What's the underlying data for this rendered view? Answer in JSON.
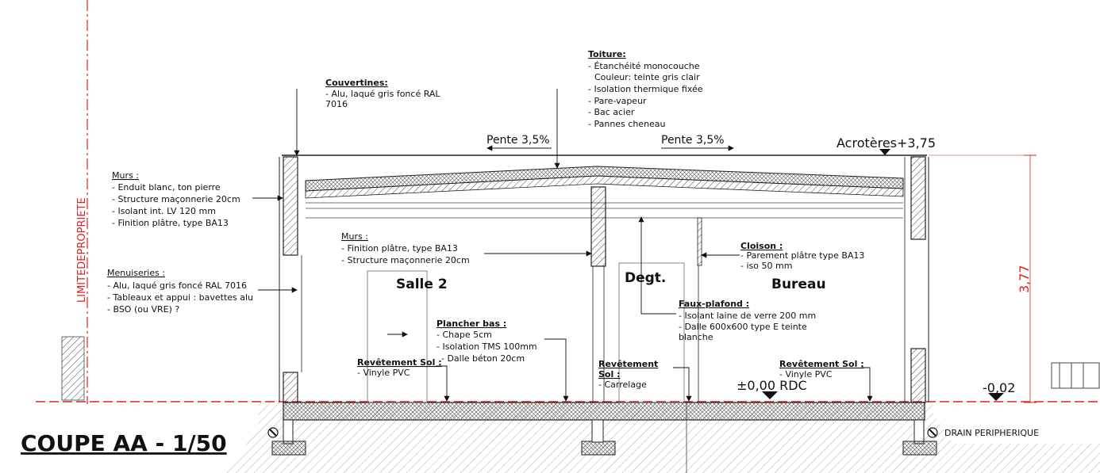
{
  "title": "COUPE AA - 1/50",
  "property_limit": "LIMITEDEPROPRIETE",
  "height_dimension": "3,77",
  "rooms": {
    "salle": "Salle 2",
    "degt": "Degt.",
    "bureau": "Bureau"
  },
  "levels": {
    "acroteres": "Acrotères+3,75",
    "rdc": "±0,00 RDC",
    "exterior": "-0,02"
  },
  "slopes": {
    "left": "Pente 3,5%",
    "right": "Pente 3,5%"
  },
  "drain": "DRAIN PERIPHERIQUE",
  "annotations": {
    "toiture": {
      "heading": "Toiture:",
      "lines": [
        "- Étanchéité monocouche",
        "Couleur: teinte gris clair",
        "- Isolation thermique fixée",
        "- Pare-vapeur",
        "- Bac acier",
        "- Pannes cheneau"
      ]
    },
    "couvertines": {
      "heading": "Couvertines:",
      "lines": [
        "- Alu, laqué gris foncé RAL",
        "7016"
      ]
    },
    "murs_ext": {
      "heading": "Murs :",
      "lines": [
        "- Enduit blanc, ton pierre",
        "- Structure maçonnerie 20cm",
        "- Isolant int. LV 120  mm",
        "- Finition plâtre, type BA13"
      ]
    },
    "menuiseries": {
      "heading": "Menuiseries :",
      "lines": [
        "- Alu, laqué gris  foncé RAL 7016",
        "- Tableaux et  appui : bavettes alu",
        "- BSO (ou VRE) ?"
      ]
    },
    "murs_int": {
      "heading": "Murs :",
      "lines": [
        "- Finition plâtre, type BA13",
        "- Structure maçonnerie 20cm"
      ]
    },
    "cloison": {
      "heading": "Cloison :",
      "lines": [
        "- Parement plâtre type   BA13",
        "- iso 50 mm"
      ]
    },
    "faux_plafond": {
      "heading": "Faux-plafond :",
      "lines": [
        "- Isolant laine de verre 200 mm",
        "- Dalle 600x600 type E teinte",
        "blanche"
      ]
    },
    "plancher_bas": {
      "heading": "Plancher bas :",
      "lines": [
        "- Chape 5cm",
        "- Isolation TMS 100mm",
        "- Dalle béton 20cm"
      ]
    },
    "rev_sol_1": {
      "heading": "Revêtement Sol :",
      "lines": [
        "- Vinyle PVC"
      ]
    },
    "rev_sol_2": {
      "heading": "Revêtement",
      "heading2": "Sol :",
      "lines": [
        "- Carrelage"
      ]
    },
    "rev_sol_3": {
      "heading": "Revêtement Sol :",
      "lines": [
        "- Vinyle PVC"
      ]
    }
  }
}
